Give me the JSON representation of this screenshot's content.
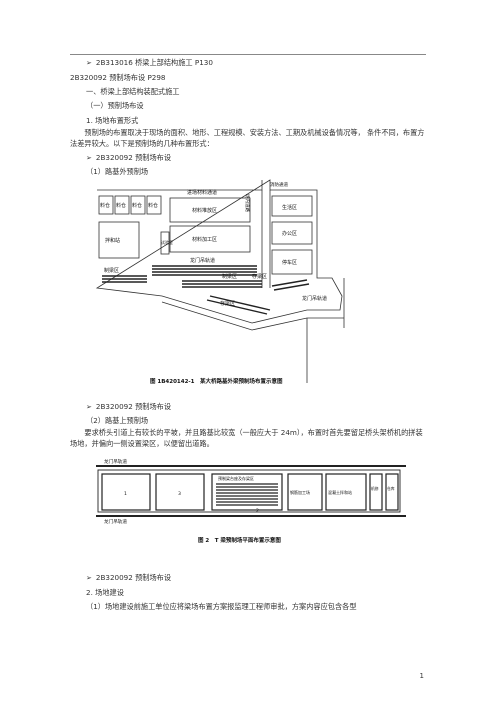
{
  "lines": {
    "l1": "2B313016 桥梁上部结构施工 P130",
    "l2": "2B320092 预制场布设 P298",
    "l3": "一、桥梁上部结构装配式施工",
    "l4": "（一）预制场布设",
    "l5": "1. 场地布置形式",
    "l7": "2B320092 预制场布设",
    "l8": "（1）路基外预制场",
    "l9": "2B320092 预制场布设",
    "l10": "（2）路基上预制场",
    "l12": "2B320092 预制场布设",
    "l13": "2. 场地建设",
    "l14": "（1）场地建设前施工单位应将梁场布置方案报监理工程师审批，方案内容应包含各型"
  },
  "paragraphs": {
    "p1": "预制场的布置取决于现场的面积、地形、工程规模、安装方法、工期及机械设备情况等， 条件不同，布置方法差异较大。以下是预制场的几种布置形式：",
    "p2": "要求桥头引道上有较长的平坡，并且路基比较宽（一般应大于 24m），布置时首先要留足桥头架桥机的拼装场地，并偏向一侧设置梁区，以便留出道路。"
  },
  "figure1": {
    "labels": {
      "a": "料仓",
      "b": "料仓",
      "c": "料仓",
      "d": "料仓",
      "road": "进场材料通道",
      "store": "材料堆放区",
      "process": "材料加工区",
      "lab": "试验室",
      "mix": "拌和站",
      "living": "生活区",
      "office": "办公区",
      "parking": "停车区",
      "gantry1": "龙门吊轨道",
      "beam1": "制梁区",
      "beam2": "存梁区",
      "beam3": "制梁区",
      "store2": "存梁区",
      "gantry2": "龙门吊轨道",
      "pump": "水泵",
      "fire": "消防通道",
      "side": "场内道路"
    },
    "caption": "图 1B420142-1　某大桥路基外梁预制场布置示意图"
  },
  "figure2": {
    "labels": {
      "top": "龙门吊轨道",
      "bottom": "龙门吊轨道",
      "box1": "1",
      "box2": "3",
      "beamTitle": "预制梁台座及存梁区",
      "mark": "2",
      "steel": "钢筋加工场",
      "concrete": "混凝土拌和站",
      "x1": "机修",
      "x2": "仓库"
    },
    "caption": "图 2　T 梁预制场平面布置示意图"
  },
  "page_number": "1"
}
